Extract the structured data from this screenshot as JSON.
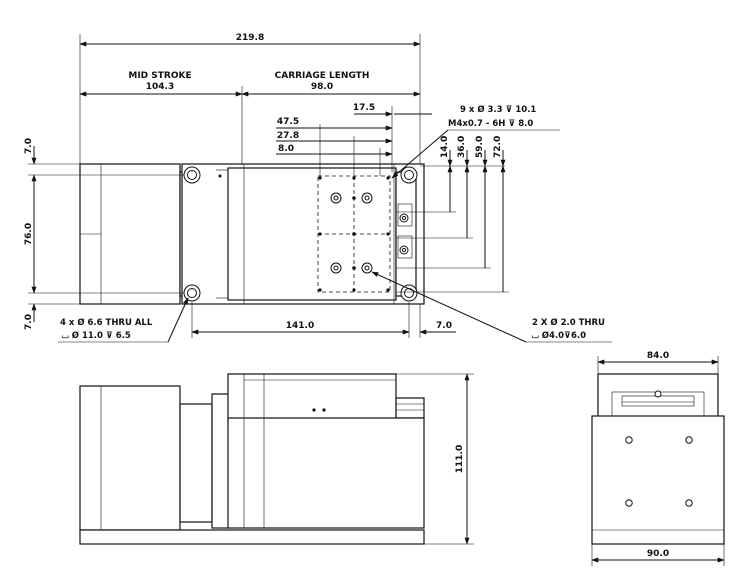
{
  "dimensions": {
    "overall_length": "219.8",
    "mid_stroke_label": "MID STROKE",
    "mid_stroke": "104.3",
    "carriage_length_label": "CARRIAGE LENGTH",
    "carriage_length": "98.0",
    "offset_17_5": "17.5",
    "offset_47_5": "47.5",
    "offset_27_8": "27.8",
    "offset_8_0": "8.0",
    "height_14": "14.0",
    "height_36": "36.0",
    "height_59": "59.0",
    "height_72": "72.0",
    "side_top": "7.0",
    "side_middle": "76.0",
    "side_bottom": "7.0",
    "hole_span": "141.0",
    "right_offset": "7.0",
    "total_height": "111.0",
    "end_top_width": "84.0",
    "end_bottom_width": "90.0"
  },
  "notes": {
    "carriage_holes_line1": "9 x Ø 3.3 ⊽ 10.1",
    "carriage_holes_line2": "M4x0.7 - 6H ⊽ 8.0",
    "mount_holes_line1": "4 x Ø 6.6 THRU ALL",
    "mount_holes_line2": "⌴ Ø 11.0 ⊽ 6.5",
    "pin_holes_line1": "2 X Ø 2.0 THRU",
    "pin_holes_line2": "⌴ Ø4.0⊽6.0"
  }
}
